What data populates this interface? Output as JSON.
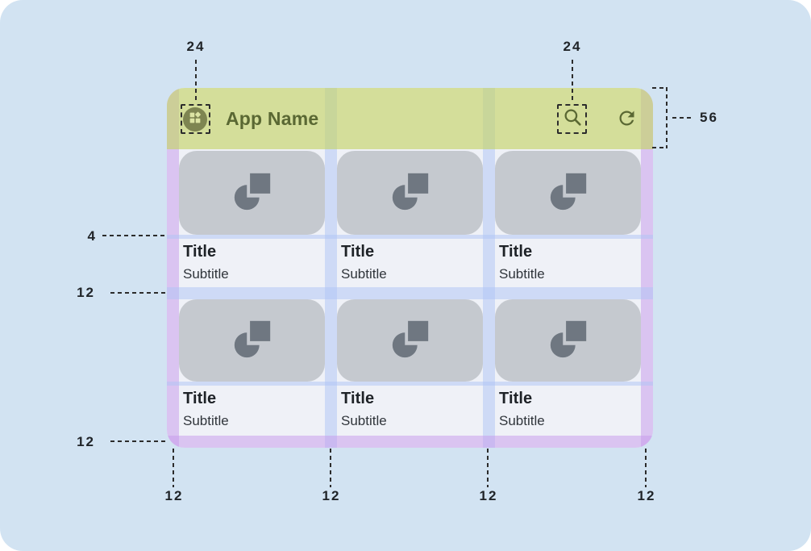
{
  "colors": {
    "page_bg": "#D2E3F2",
    "surface": "#EFF1F7",
    "appbar_overlay": "rgba(197,212,105,0.65)",
    "margin_overlay": "rgba(198,152,236,0.5)",
    "gutter_overlay": "rgba(173,195,245,0.5)",
    "card_image_gray": "#C5C9CF",
    "placeholder_glyph_gray": "#6F7781",
    "appbar_ink": "#5A6833",
    "annotation_ink": "#202428"
  },
  "app_bar": {
    "title": "App Name",
    "leading_icon": "dashboard-icon",
    "action_icons": [
      "search-icon",
      "refresh-icon"
    ]
  },
  "cards": [
    {
      "title": "Title",
      "subtitle": "Subtitle"
    },
    {
      "title": "Title",
      "subtitle": "Subtitle"
    },
    {
      "title": "Title",
      "subtitle": "Subtitle"
    },
    {
      "title": "Title",
      "subtitle": "Subtitle"
    },
    {
      "title": "Title",
      "subtitle": "Subtitle"
    },
    {
      "title": "Title",
      "subtitle": "Subtitle"
    }
  ],
  "annotations": {
    "leading_icon_size": "24",
    "action_icon_size": "24",
    "appbar_height": "56",
    "image_text_gap": "4",
    "row_gutter": "12",
    "bottom_margin": "12",
    "column_marks": [
      "12",
      "12",
      "12",
      "12"
    ]
  }
}
